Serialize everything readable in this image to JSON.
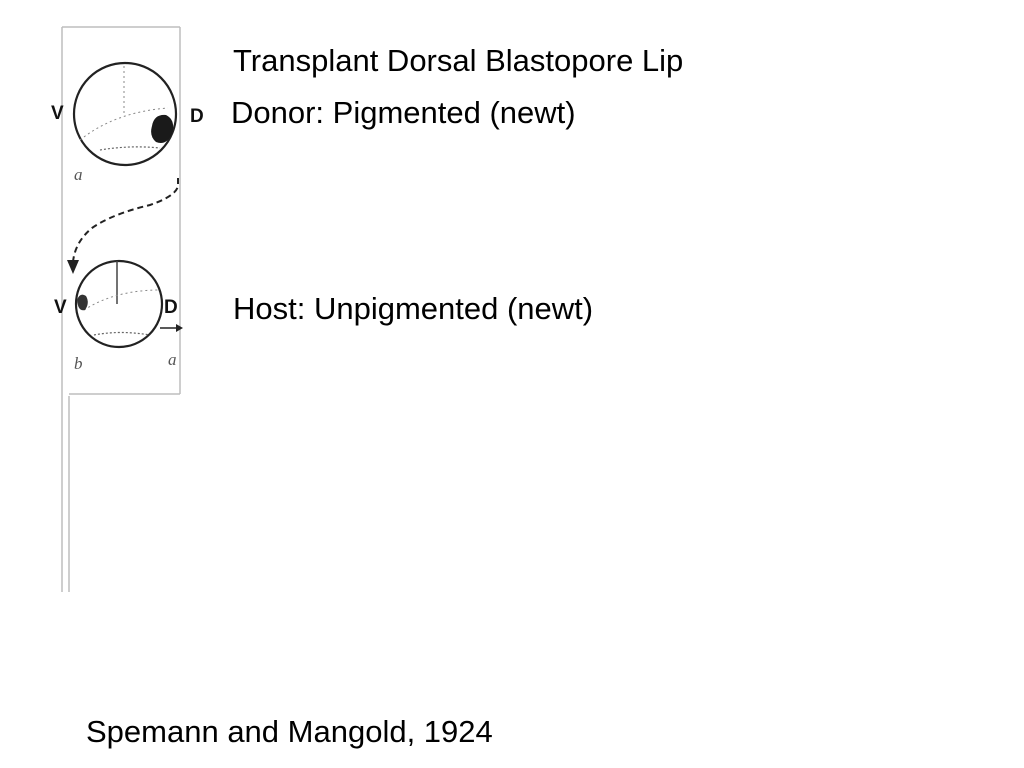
{
  "title": "Transplant Dorsal Blastopore Lip",
  "donor_label": "Donor: Pigmented (newt)",
  "host_label": "Host: Unpigmented (newt)",
  "citation": "Spemann and Mangold, 1924",
  "figure": {
    "donor_ventral": "V",
    "donor_dorsal": "D",
    "host_ventral": "V",
    "host_dorsal": "D",
    "panel_a": "a",
    "panel_b": "b",
    "panel_b_right": "a"
  }
}
